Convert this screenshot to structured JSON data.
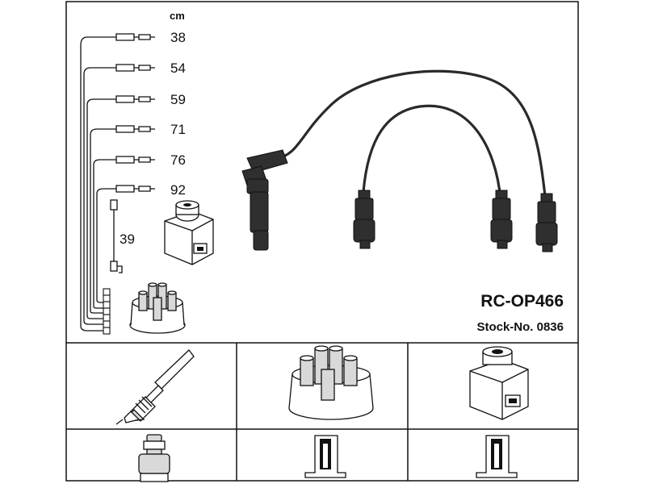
{
  "unit_label": "cm",
  "lengths": [
    "38",
    "54",
    "59",
    "71",
    "76",
    "92"
  ],
  "coil_lead_length": "39",
  "model": "RC-OP466",
  "stock_number": "Stock-No. 0836"
}
